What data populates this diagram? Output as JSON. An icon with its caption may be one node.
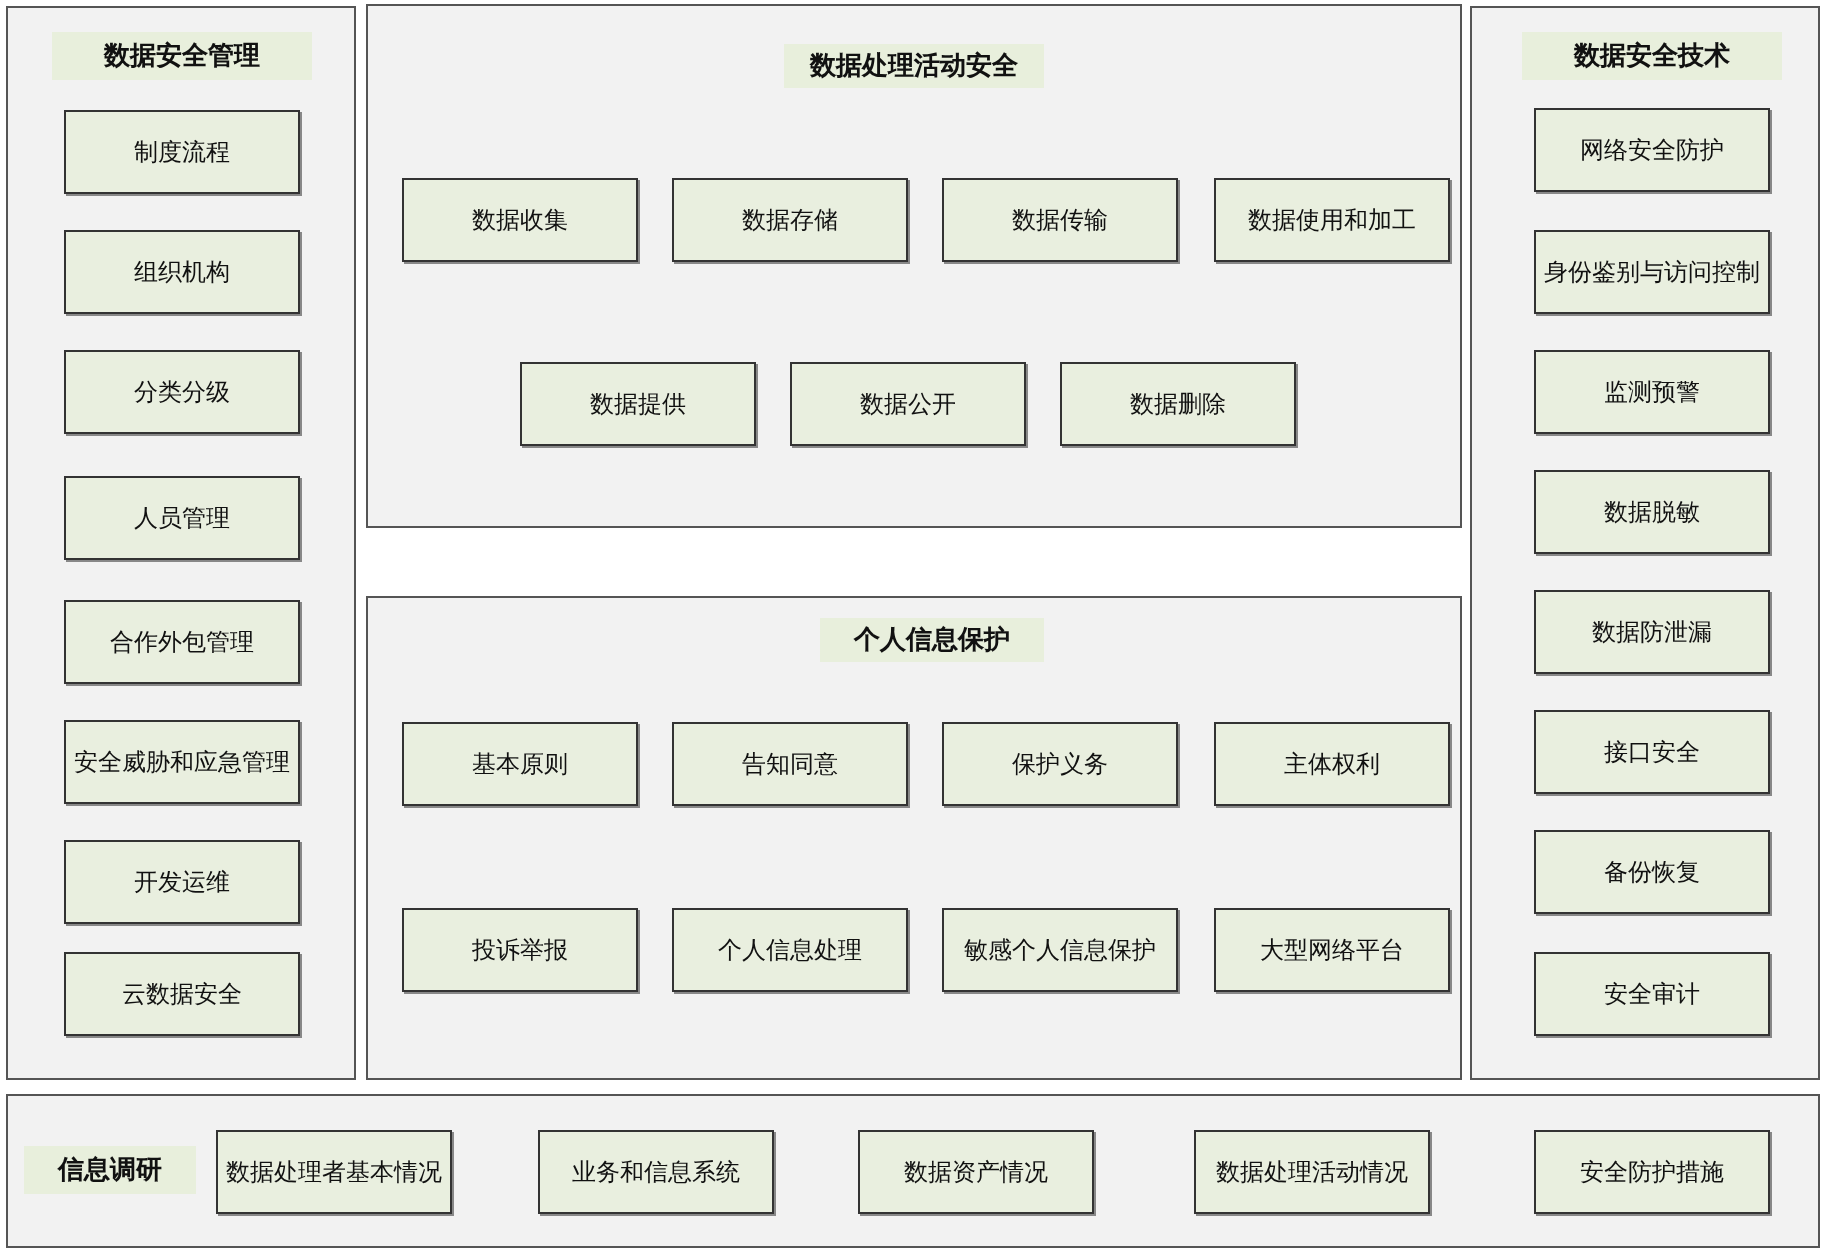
{
  "diagram": {
    "nodes": [
      {
        "text": [
          "数据安全管理"
        ]
      },
      {
        "text": [
          "制度流程"
        ],
        "in": 0
      },
      {
        "text": [
          "组织机构"
        ],
        "in": 0
      },
      {
        "text": [
          "分类分级"
        ],
        "in": 0
      },
      {
        "text": [
          "人员管理"
        ],
        "in": 0
      },
      {
        "text": [
          "合作外包管理"
        ],
        "in": 0
      },
      {
        "text": [
          "安全威胁和应急管理"
        ],
        "in": 0
      },
      {
        "text": [
          "开发运维"
        ],
        "in": 0
      },
      {
        "text": [
          "云数据安全"
        ],
        "in": 0
      },
      {
        "text": [
          "数据处理活动安全"
        ]
      },
      {
        "text": [
          "数据收集"
        ],
        "in": 9
      },
      {
        "text": [
          "数据存储"
        ],
        "in": 9
      },
      {
        "text": [
          "数据传输"
        ],
        "in": 9
      },
      {
        "text": [
          "数据使用和加工"
        ],
        "in": 9
      },
      {
        "text": [
          "数据提供"
        ],
        "in": 9
      },
      {
        "text": [
          "数据公开"
        ],
        "in": 9
      },
      {
        "text": [
          "数据删除"
        ],
        "in": 9
      },
      {
        "text": [
          "个人信息保护"
        ]
      },
      {
        "text": [
          "基本原则"
        ],
        "in": 17
      },
      {
        "text": [
          "告知同意"
        ],
        "in": 17
      },
      {
        "text": [
          "保护义务"
        ],
        "in": 17
      },
      {
        "text": [
          "主体权利"
        ],
        "in": 17
      },
      {
        "text": [
          "投诉举报"
        ],
        "in": 17
      },
      {
        "text": [
          "个人信息处理"
        ],
        "in": 17
      },
      {
        "text": [
          "敏感个人信息保护"
        ],
        "in": 17
      },
      {
        "text": [
          "大型网络平台"
        ],
        "in": 17
      },
      {
        "text": [
          "数据安全技术"
        ]
      },
      {
        "text": [
          "网络安全防护"
        ],
        "in": 26
      },
      {
        "text": [
          "身份鉴别与访问控制"
        ],
        "in": 26
      },
      {
        "text": [
          "监测预警"
        ],
        "in": 26
      },
      {
        "text": [
          "数据脱敏"
        ],
        "in": 26
      },
      {
        "text": [
          "数据防泄漏"
        ],
        "in": 26
      },
      {
        "text": [
          "接口安全"
        ],
        "in": 26
      },
      {
        "text": [
          "备份恢复"
        ],
        "in": 26
      },
      {
        "text": [
          "安全审计"
        ],
        "in": 26
      },
      {
        "text": [
          "信息调研"
        ]
      },
      {
        "text": [
          "数据处理者基本情况"
        ],
        "in": 35
      },
      {
        "text": [
          "业务和信息系统"
        ],
        "in": 35
      },
      {
        "text": [
          "数据资产情况"
        ],
        "in": 35
      },
      {
        "text": [
          "数据处理活动情况"
        ],
        "in": 35
      },
      {
        "text": [
          "安全防护措施"
        ],
        "in": 35
      }
    ]
  }
}
